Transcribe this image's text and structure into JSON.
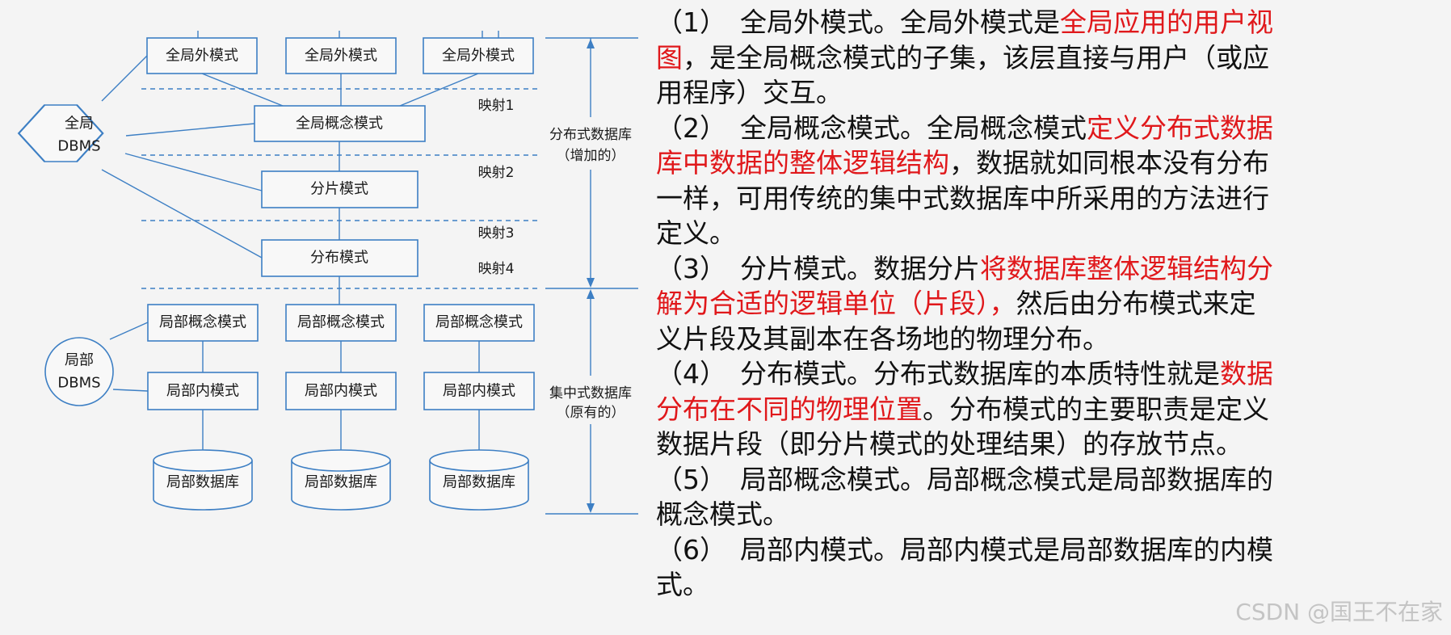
{
  "diagram": {
    "global_external": [
      "全局外模式",
      "全局外模式",
      "全局外模式"
    ],
    "global_conceptual": "全局概念模式",
    "fragment": "分片模式",
    "allocation": "分布模式",
    "mappings": [
      "映射1",
      "映射2",
      "映射3",
      "映射4"
    ],
    "global_dbms": [
      "全局",
      "DBMS"
    ],
    "local_dbms": [
      "局部",
      "DBMS"
    ],
    "local_conceptual": [
      "局部概念模式",
      "局部概念模式",
      "局部概念模式"
    ],
    "local_internal": [
      "局部内模式",
      "局部内模式",
      "局部内模式"
    ],
    "local_db": [
      "局部数据库",
      "局部数据库",
      "局部数据库"
    ],
    "dist_label": [
      "分布式数据库",
      "（增加的）"
    ],
    "central_label": [
      "集中式数据库",
      "（原有的）"
    ]
  },
  "paragraphs": [
    {
      "num": "（1）",
      "lines": [
        [
          [
            "全局外模式。全局外模式是",
            false
          ],
          [
            "全局应用的用户视",
            true
          ]
        ],
        [
          [
            "图",
            true
          ],
          [
            "，是全局概念模式的子集，该层直接与用户（或应",
            false
          ]
        ],
        [
          [
            "用程序）交互。",
            false
          ]
        ]
      ]
    },
    {
      "num": "（2）",
      "lines": [
        [
          [
            "全局概念模式。全局概念模式",
            false
          ],
          [
            "定义分布式数据",
            true
          ]
        ],
        [
          [
            "库中数据的整体逻辑结构",
            true
          ],
          [
            "，数据就如同根本没有分布",
            false
          ]
        ],
        [
          [
            "一样，可用传统的集中式数据库中所采用的方法进行",
            false
          ]
        ],
        [
          [
            "定义。",
            false
          ]
        ]
      ]
    },
    {
      "num": "（3）",
      "lines": [
        [
          [
            "分片模式。数据分片",
            false
          ],
          [
            "将数据库整体逻辑结构分",
            true
          ]
        ],
        [
          [
            "解为合适的逻辑单位（片段），",
            true
          ],
          [
            "然后由分布模式来定",
            false
          ]
        ],
        [
          [
            "义片段及其副本在各场地的物理分布。",
            false
          ]
        ]
      ]
    },
    {
      "num": "（4）",
      "lines": [
        [
          [
            "分布模式。分布式数据库的本质特性就是",
            false
          ],
          [
            "数据",
            true
          ]
        ],
        [
          [
            "分布在不同的物理位置",
            true
          ],
          [
            "。分布模式的主要职责是定义",
            false
          ]
        ],
        [
          [
            "数据片段（即分片模式的处理结果）的存放节点。",
            false
          ]
        ]
      ]
    },
    {
      "num": "（5）",
      "lines": [
        [
          [
            "局部概念模式。局部概念模式是局部数据库的",
            false
          ]
        ],
        [
          [
            "概念模式。",
            false
          ]
        ]
      ]
    },
    {
      "num": "（6）",
      "lines": [
        [
          [
            "局部内模式。局部内模式是局部数据库的内模",
            false
          ]
        ],
        [
          [
            "式。",
            false
          ]
        ]
      ]
    }
  ],
  "colors": {
    "highlight": "#e0181b",
    "line": "#3d7fc4"
  },
  "watermark": "CSDN @国王不在家"
}
